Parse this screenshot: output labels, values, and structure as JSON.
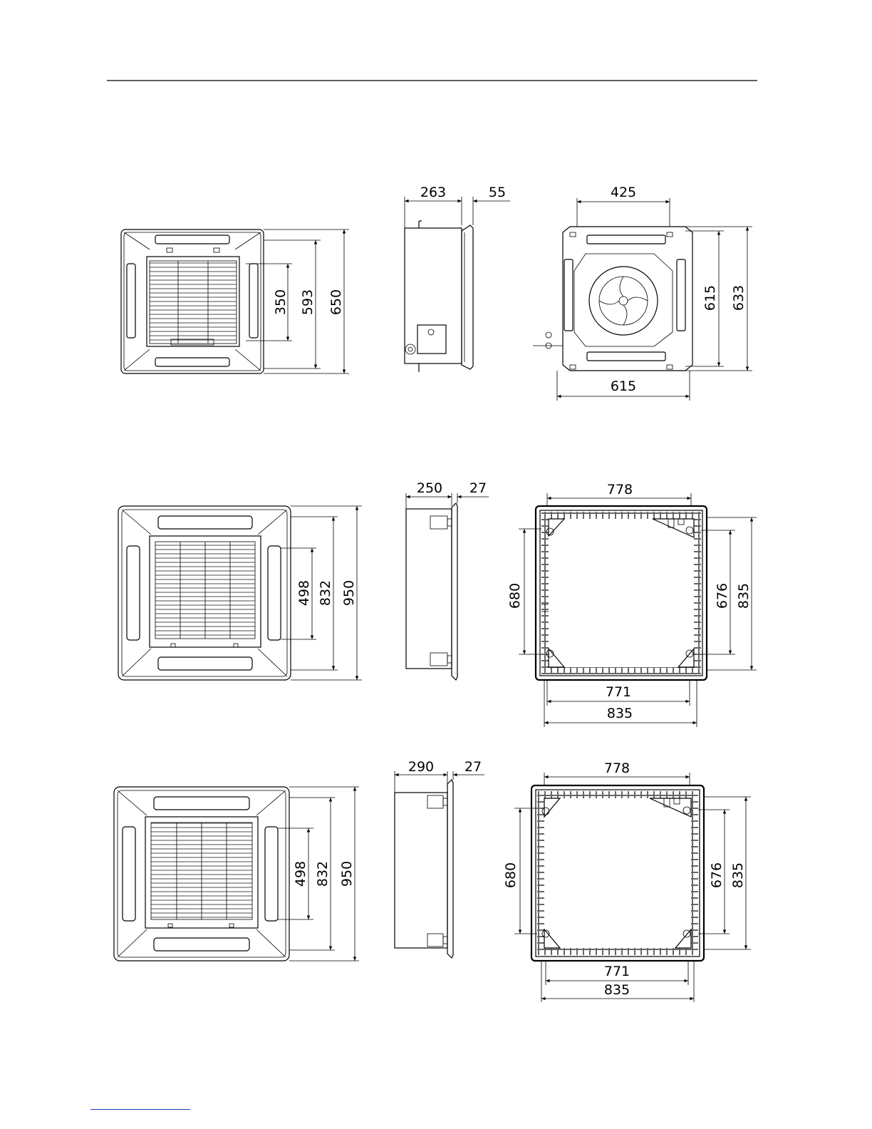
{
  "drawing": {
    "header_rule": true,
    "rows": [
      {
        "id": "row1",
        "front": {
          "dims": [
            "350",
            "593",
            "650"
          ]
        },
        "side": {
          "dims": [
            "263",
            "55"
          ]
        },
        "top": {
          "dims_h": [
            "425",
            "615"
          ],
          "dims_v": [
            "615",
            "633"
          ]
        }
      },
      {
        "id": "row2",
        "front": {
          "dims": [
            "498",
            "832",
            "950"
          ]
        },
        "side": {
          "dims": [
            "250",
            "27"
          ]
        },
        "top": {
          "dims_h": [
            "778",
            "771",
            "835"
          ],
          "dims_v": [
            "680",
            "676",
            "835"
          ]
        }
      },
      {
        "id": "row3",
        "front": {
          "dims": [
            "498",
            "832",
            "950"
          ]
        },
        "side": {
          "dims": [
            "290",
            "27"
          ]
        },
        "top": {
          "dims_h": [
            "778",
            "771",
            "835"
          ],
          "dims_v": [
            "680",
            "676",
            "835"
          ]
        }
      }
    ]
  }
}
